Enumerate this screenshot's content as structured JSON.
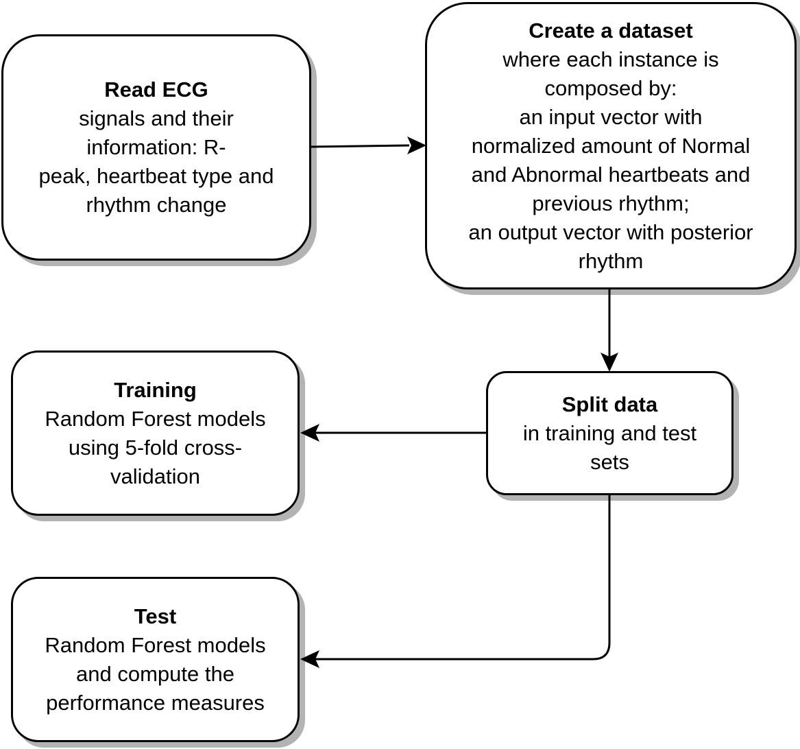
{
  "nodes": {
    "read_ecg": {
      "title": "Read ECG",
      "body": "signals and their\ninformation: R-\npeak, heartbeat type and\nrhythm change"
    },
    "create_dataset": {
      "title": "Create a dataset",
      "body": "where each instance is\ncomposed by:\nan input vector with\nnormalized amount of Normal\nand Abnormal heartbeats and\nprevious rhythm;\nan output vector with posterior\nrhythm"
    },
    "split_data": {
      "title": "Split data",
      "body": "in training and test\nsets"
    },
    "training": {
      "title": "Training",
      "body": "Random Forest models\nusing 5-fold cross-\nvalidation"
    },
    "test": {
      "title": "Test",
      "body": "Random Forest models\nand compute the\nperformance measures"
    }
  },
  "edges": [
    {
      "from": "read_ecg",
      "to": "create_dataset"
    },
    {
      "from": "create_dataset",
      "to": "split_data"
    },
    {
      "from": "split_data",
      "to": "training"
    },
    {
      "from": "split_data",
      "to": "test"
    }
  ],
  "colors": {
    "stroke": "#000000",
    "fill": "#ffffff",
    "shadow": "#b3b3b3"
  }
}
